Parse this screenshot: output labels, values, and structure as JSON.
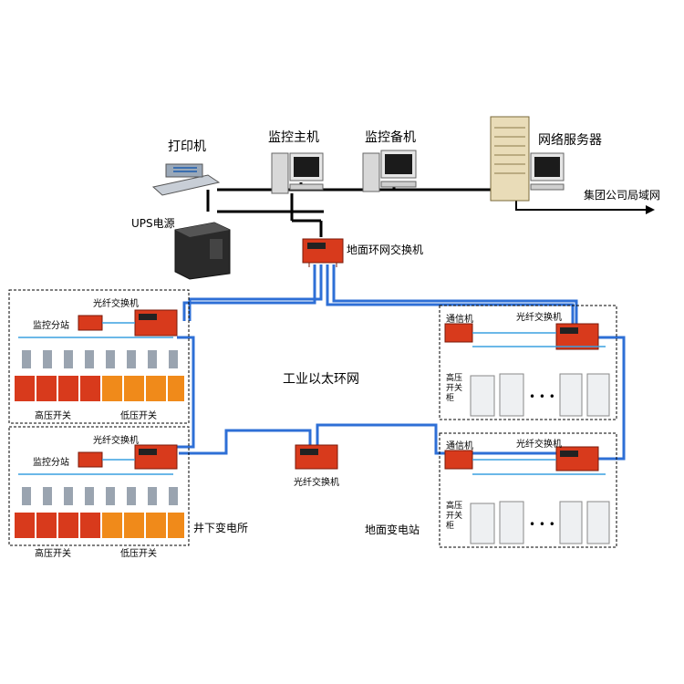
{
  "labels": {
    "printer": "打印机",
    "host_main": "监控主机",
    "host_backup": "监控备机",
    "network_server": "网络服务器",
    "ups": "UPS电源",
    "ground_ring_switch": "地面环网交换机",
    "group_lan": "集团公司局域网",
    "industrial_ethernet_ring": "工业以太环网",
    "fiber_switch": "光纤交换机",
    "monitor_substation": "监控分站",
    "comm_unit": "通信机",
    "hv_switch": "高压开关",
    "lv_switch": "低压开关",
    "hv_cabinet": "高压开关柜",
    "underground_substation": "井下变电所",
    "ground_substation": "地面变电站",
    "ellipsis": "• • •"
  },
  "colors": {
    "ring_line": "#2e6fd6",
    "lan_line": "#000000",
    "branch_line": "#3aa0e0",
    "device_red": "#d83a1c",
    "switch_amber": "#f08a1a"
  }
}
